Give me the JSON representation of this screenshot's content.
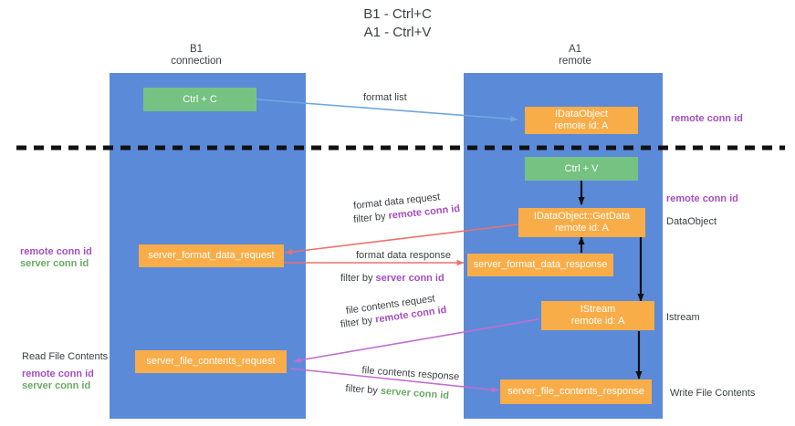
{
  "title": {
    "line1": "B1 - Ctrl+C",
    "line2": "A1 - Ctrl+V"
  },
  "colors": {
    "lane": "#5b8ad9",
    "node_orange": "#f8ad48",
    "node_green": "#76c283",
    "purple": "#a64ec0",
    "green_text": "#6aaa64",
    "arrow_blue": "#6fa8dc",
    "arrow_red": "#e8736a",
    "arrow_magenta": "#c06ed0",
    "arrow_black": "#1a1a1a",
    "divider": "#111111",
    "text": "#3c4043"
  },
  "columns": [
    {
      "name": "B1",
      "sub": "connection"
    },
    {
      "name": "A1",
      "sub": "remote"
    }
  ],
  "nodes": {
    "ctrl_c": {
      "line1": "Ctrl + C",
      "line2": ""
    },
    "ctrl_v": {
      "line1": "Ctrl + V",
      "line2": ""
    },
    "idataobject": {
      "line1": "IDataObject",
      "line2": "remote id: A"
    },
    "getdata": {
      "line1": "IDataObject::GetData",
      "line2": "remote id: A"
    },
    "istream": {
      "line1": "IStream",
      "line2": "remote id: A"
    },
    "server_format_data_request": {
      "line1": "server_format_data_request",
      "line2": ""
    },
    "server_format_data_response": {
      "line1": "server_format_data_response",
      "line2": ""
    },
    "server_file_contents_request": {
      "line1": "server_file_contents_request",
      "line2": ""
    },
    "server_file_contents_response": {
      "line1": "server_file_contents_response",
      "line2": ""
    }
  },
  "channel_labels": {
    "format_list": "format list",
    "format_data_request": "format data request",
    "format_data_request_filter_prefix": "filter by ",
    "format_data_request_filter_key": "remote conn id",
    "format_data_response": "format data response",
    "format_data_response_filter_prefix": "filter by ",
    "format_data_response_filter_key": "server conn id",
    "file_contents_request": "file contents request",
    "file_contents_request_filter_prefix": "filter by ",
    "file_contents_request_filter_key": "remote conn id",
    "file_contents_response": "file contents response",
    "file_contents_response_filter_prefix": "filter by ",
    "file_contents_response_filter_key": "server conn id"
  },
  "right_labels": {
    "remote_conn_id_top": "remote conn id",
    "remote_conn_id_mid": "remote conn id",
    "dataobject": "DataObject",
    "istream": "Istream",
    "write_file_contents": "Write File Contents"
  },
  "left_labels": {
    "remote_conn_id": "remote conn id",
    "server_conn_id": "server conn id",
    "read_file_contents": "Read File Contents",
    "remote_conn_id_2": "remote conn id",
    "server_conn_id_2": "server conn id"
  }
}
